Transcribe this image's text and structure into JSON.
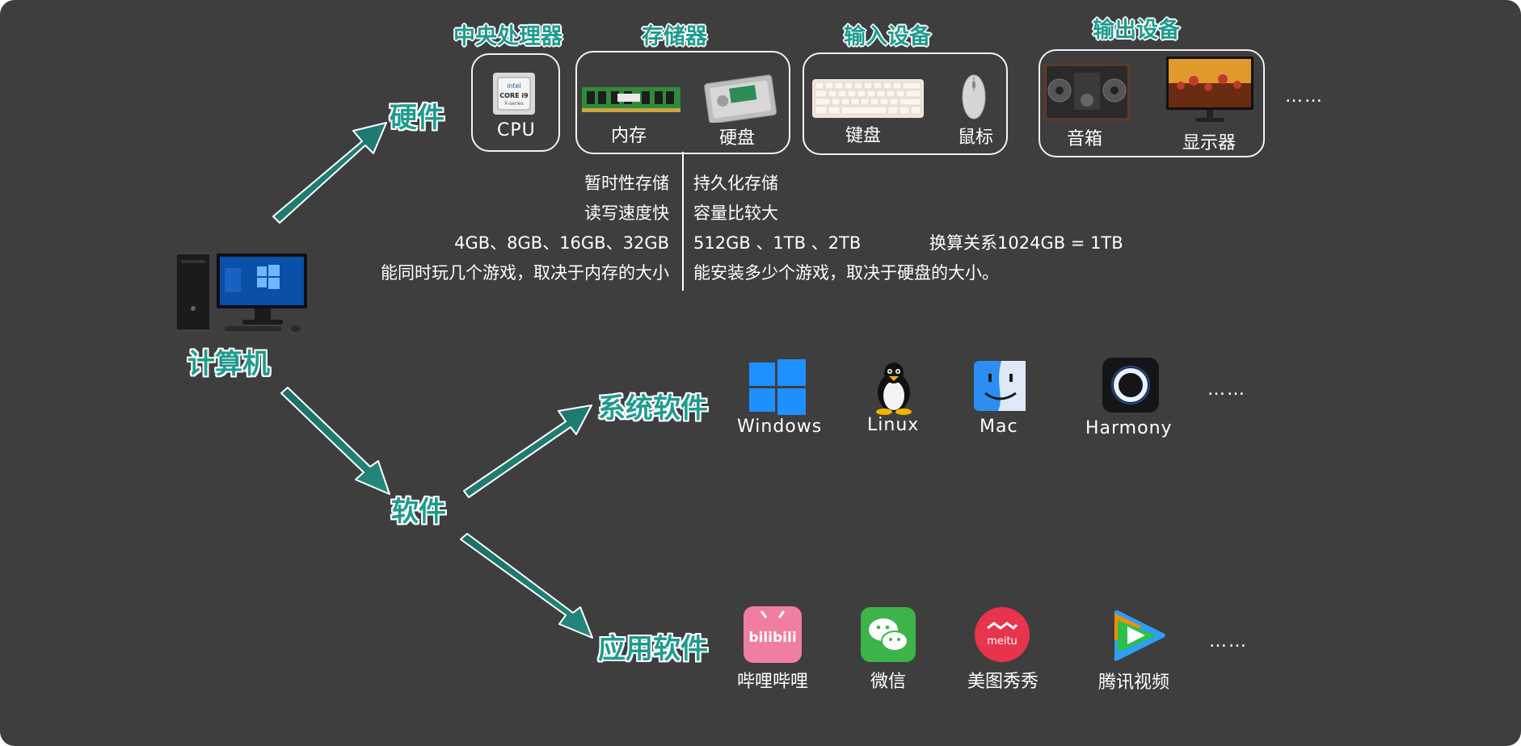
{
  "root": {
    "title": "计算机"
  },
  "branches": {
    "hardware": "硬件",
    "software": "软件",
    "system_software": "系统软件",
    "application_software": "应用软件"
  },
  "hardware": {
    "groups": {
      "cpu": {
        "title": "中央处理器",
        "items": [
          "CPU"
        ]
      },
      "storage": {
        "title": "存储器",
        "items": [
          "内存",
          "硬盘"
        ]
      },
      "input": {
        "title": "输入设备",
        "items": [
          "键盘",
          "鼠标"
        ]
      },
      "output": {
        "title": "输出设备",
        "items": [
          "音箱",
          "显示器"
        ]
      }
    },
    "more": "……",
    "cpu_chip_text": {
      "brand": "intel",
      "line": "CORE i9",
      "sub": "X-series"
    }
  },
  "storage_notes": {
    "memory": [
      "暂时性存储",
      "读写速度快",
      "4GB、8GB、16GB、32GB",
      "能同时玩几个游戏，取决于内存的大小"
    ],
    "disk": [
      "持久化存储",
      "容量比较大",
      "512GB 、1TB 、2TB",
      "能安装多少个游戏，取决于硬盘的大小。"
    ],
    "conversion": "换算关系1024GB = 1TB"
  },
  "system_software": {
    "items": [
      {
        "label": "Windows",
        "icon": "windows-icon"
      },
      {
        "label": "Linux",
        "icon": "linux-penguin-icon"
      },
      {
        "label": "Mac",
        "icon": "mac-finder-icon"
      },
      {
        "label": "Harmony",
        "icon": "harmony-icon"
      }
    ],
    "more": "……"
  },
  "application_software": {
    "items": [
      {
        "label": "哔哩哔哩",
        "icon": "bilibili-icon",
        "icon_text": "bilibili"
      },
      {
        "label": "微信",
        "icon": "wechat-icon"
      },
      {
        "label": "美图秀秀",
        "icon": "meitu-icon",
        "icon_text": "meitu"
      },
      {
        "label": "腾讯视频",
        "icon": "tencent-video-icon"
      }
    ],
    "more": "……"
  },
  "colors": {
    "background": "#3e3e3e",
    "accent": "#1f9b8e",
    "arrow": "#1f7a70",
    "stroke": "#ffffff"
  }
}
